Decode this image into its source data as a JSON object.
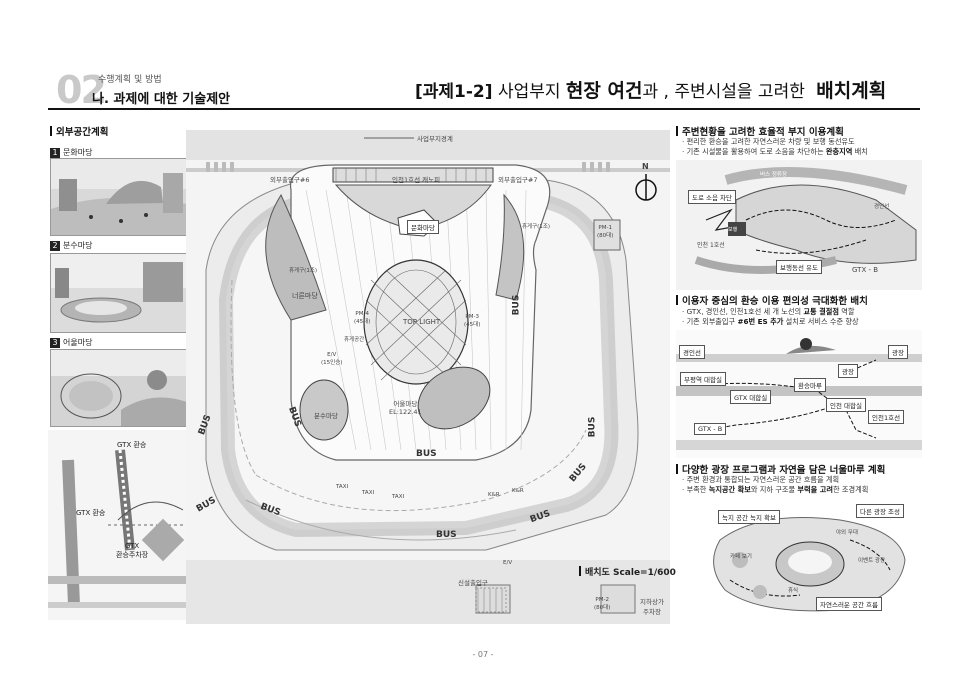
{
  "header": {
    "number": "02",
    "sub": "수행계획 및 방법",
    "main": "나. 과제에 대한 기술제안",
    "title_prefix": "[과제1-2]",
    "title_a": "사업부지",
    "title_b": "현장 여건",
    "title_c": "과 , 주변시설을 고려한",
    "title_d": "배치계획"
  },
  "left": {
    "section": "외부공간계획",
    "items": [
      {
        "num": "1",
        "label": "문화마당"
      },
      {
        "num": "2",
        "label": "분수마당"
      },
      {
        "num": "3",
        "label": "어울마당"
      }
    ],
    "gtx_transfer_top": "GTX 환승",
    "gtx_transfer_left": "GTX 환승",
    "gtx_parking_1": "GTX",
    "gtx_parking_2": "환승주차장"
  },
  "plan": {
    "boundary": "사업부지경계",
    "entrance6": "외부출입구#6",
    "entrance7": "외부출입구#7",
    "roof": "인천1호선 캐노피",
    "culture": "문화마당",
    "neolun": "너른마당",
    "toplight": "TOP LIGHT",
    "fountain": "분수마당",
    "eoul": "어울마당",
    "eoul_el": "EL:122.41",
    "pm4": "PM-4",
    "pm4b": "(45대)",
    "pm3": "PM-3",
    "pm3b": "(45대)",
    "pm1": "PM-1",
    "pm1b": "(80대)",
    "pm2": "PM-2",
    "pm2b": "(80대)",
    "ev": "E/V",
    "ev2": "(15인승)",
    "rest_l": "휴게구(1조)",
    "rest_r": "휴게구(1조)",
    "rest_c": "휴게공간",
    "bus": "BUS",
    "taxi": "TAXI",
    "kr": "K&R",
    "new_entrance": "신설출입구",
    "underground_1": "지하상가",
    "underground_2": "주차장",
    "ev_small": "E/V",
    "north": "N"
  },
  "right": {
    "s1_title": "주변현황을 고려한 효율적 부지 이용계획",
    "s1_b1": "· 편리한 환승을 고려한 자연스러운 차량 및 보행 동선유도",
    "s1_b2a": "· 기존 시설물을 활용하여 도로 소음을 차단하는 ",
    "s1_b2b": "완충지역",
    "s1_b2c": " 배치",
    "s1_labels": {
      "noise": "도로 소음 차단",
      "bus_stop": "버스 정류장",
      "line1": "인천 1호선",
      "gyeongin": "경인선",
      "walk": "보행동선 유도",
      "gtx": "GTX - B",
      "walk_small": "보행"
    },
    "s2_title": "이용자 중심의 환승 이용 편의성 극대화한 배치",
    "s2_b1a": "· GTX, 경인선, 인천1호선 세 개 노선의 ",
    "s2_b1b": "교통 결절점",
    "s2_b1c": " 역할",
    "s2_b2a": "· 기존 외부출입구 ",
    "s2_b2b": "#6번 ES 추가",
    "s2_b2c": " 설치로 서비스 수준 향상",
    "s2_labels": {
      "gyeongin": "경인선",
      "bupyeong": "부평역 대합실",
      "connect": "환승마루",
      "square": "광장",
      "concourse": "광장",
      "gtx_hall": "GTX 대합실",
      "gtx": "GTX - B",
      "incheon_hall": "인천 대합실",
      "incheon": "인천1호선"
    },
    "s3_title": "다양한 광장 프로그램과 자연을 담은 너울마루 계획",
    "s3_b1": "· 주변 환경과 통합되는 자연스러운 공간 흐름을 계획",
    "s3_b2a": "· 부족한 ",
    "s3_b2b": "녹지공간 확보",
    "s3_b2c": "와 지하 구조물 ",
    "s3_b2d": "부력을 고려",
    "s3_b2e": "한 조경계획",
    "s3_labels": {
      "green": "녹지 공간 녹지 확보",
      "plaza": "다른 광장 조성",
      "flow": "자연스러운 공간 흐름",
      "cafe": "카페 보기",
      "stage": "야외 무대",
      "event": "이벤트 광장",
      "rest": "휴식"
    }
  },
  "scale": "배치도 Scale=1/600",
  "page_no": "- 07 -"
}
